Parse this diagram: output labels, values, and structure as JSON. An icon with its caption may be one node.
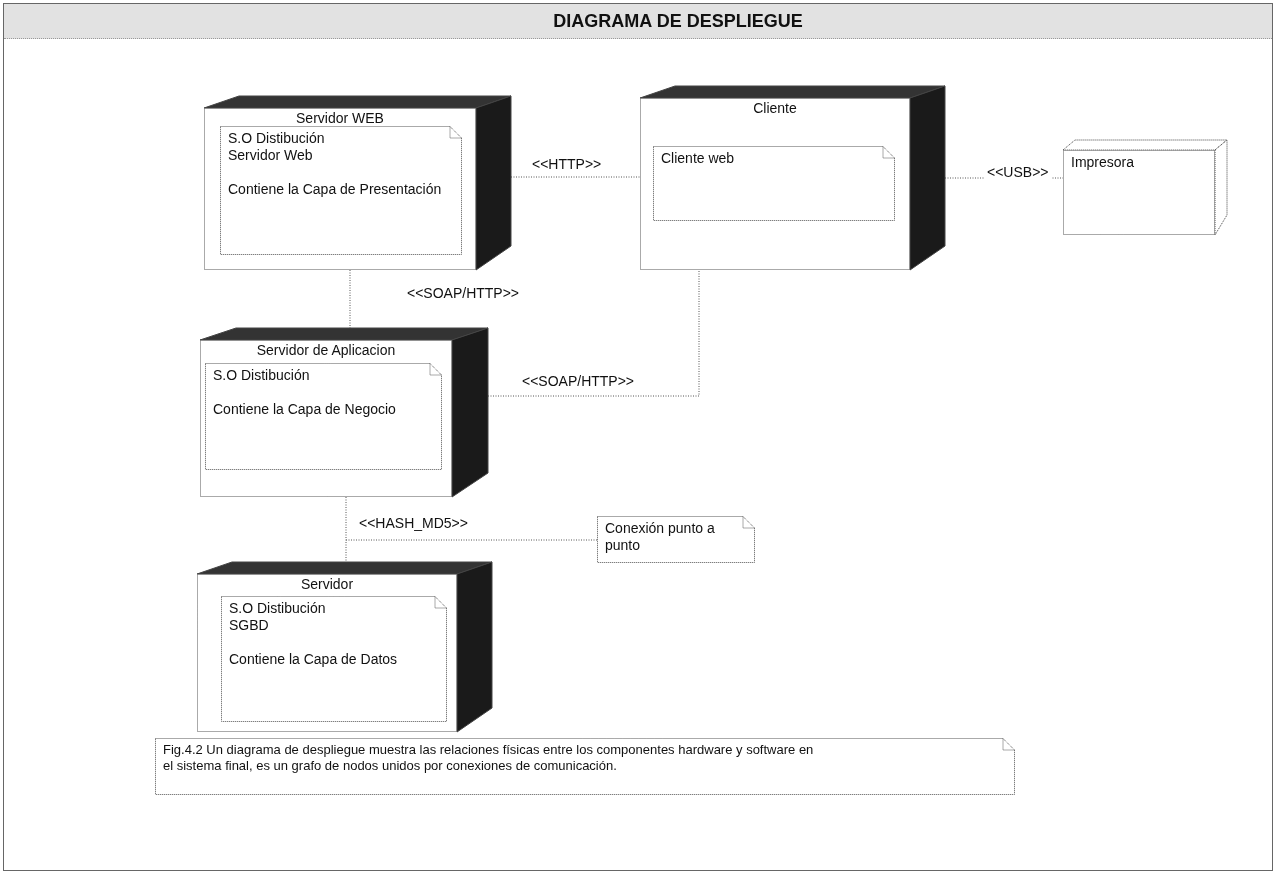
{
  "diagram": {
    "title": "DIAGRAMA DE DESPLIEGUE",
    "nodes": [
      {
        "text": [
          "Servidor WEB"
        ]
      },
      {
        "text": [
          "S.O Distibución",
          "Servidor Web",
          "Contiene la Capa de Presentación"
        ],
        "in": 0
      },
      {
        "text": [
          "Cliente"
        ]
      },
      {
        "text": [
          "Cliente web"
        ],
        "in": 2
      },
      {
        "text": [
          "Impresora"
        ]
      },
      {
        "text": [
          "Servidor de Aplicacion"
        ]
      },
      {
        "text": [
          "S.O Distibución",
          "Contiene la Capa de Negocio"
        ],
        "in": 5
      },
      {
        "text": [
          "Servidor"
        ]
      },
      {
        "text": [
          "S.O Distibución",
          "SGBD",
          "Contiene la Capa de Datos"
        ],
        "in": 7
      },
      {
        "text": [
          "Conexión punto a punto"
        ]
      },
      {
        "text": [
          "Fig.4.2 Un diagrama de despliegue muestra las relaciones físicas entre los componentes hardware y software en el sistema final, es un grafo de nodos unidos por conexiones de comunicación."
        ]
      }
    ],
    "edges": [
      {
        "from": 0,
        "to": 2,
        "arrow": "none",
        "label": "<<HTTP>>"
      },
      {
        "from": 0,
        "to": 5,
        "arrow": "none",
        "label": "<<SOAP/HTTP>>"
      },
      {
        "from": 5,
        "to": 2,
        "arrow": "none",
        "label": "<<SOAP/HTTP>>"
      },
      {
        "from": 2,
        "to": 4,
        "arrow": "none",
        "label": "<<USB>>"
      },
      {
        "from": 5,
        "to": 7,
        "arrow": "none",
        "label": "<<HASH_MD5>>"
      },
      {
        "from": 9,
        "to": null,
        "arrow": "none"
      }
    ]
  }
}
